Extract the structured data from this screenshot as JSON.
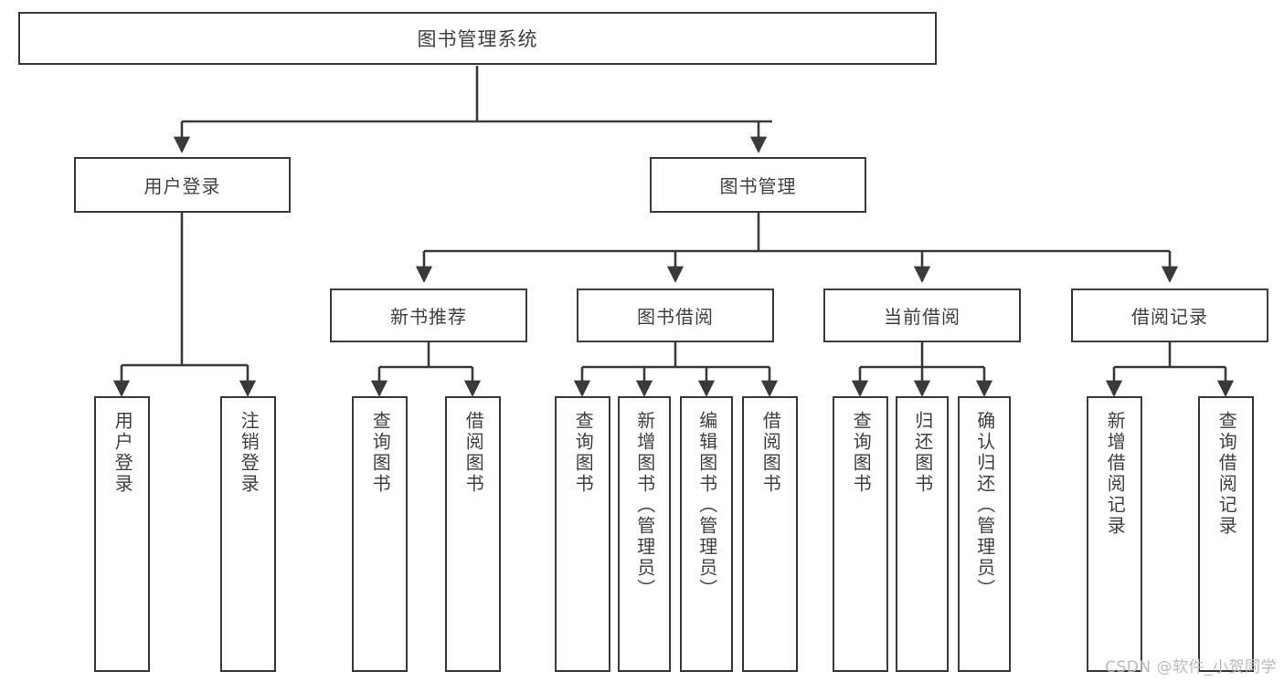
{
  "diagram": {
    "title": "图书管理系统",
    "type": "tree-hierarchy",
    "root": {
      "id": "root",
      "label": "图书管理系统"
    },
    "level2": [
      {
        "id": "user-login",
        "label": "用户登录"
      },
      {
        "id": "book-management",
        "label": "图书管理"
      }
    ],
    "level3": [
      {
        "id": "new-book-recommend",
        "label": "新书推荐",
        "parent": "book-management"
      },
      {
        "id": "book-borrow",
        "label": "图书借阅",
        "parent": "book-management"
      },
      {
        "id": "current-borrow",
        "label": "当前借阅",
        "parent": "book-management"
      },
      {
        "id": "borrow-record",
        "label": "借阅记录",
        "parent": "book-management"
      }
    ],
    "leaves": [
      {
        "id": "leaf-user-login",
        "label": "用户登录",
        "parent": "user-login"
      },
      {
        "id": "leaf-logout-login",
        "label": "注销登录",
        "parent": "user-login"
      },
      {
        "id": "leaf-query-book-1",
        "label": "查询图书",
        "parent": "new-book-recommend"
      },
      {
        "id": "leaf-borrow-book-1",
        "label": "借阅图书",
        "parent": "new-book-recommend"
      },
      {
        "id": "leaf-query-book-2",
        "label": "查询图书",
        "parent": "book-borrow"
      },
      {
        "id": "leaf-add-book",
        "label": "新增图书（管理员）",
        "parent": "book-borrow"
      },
      {
        "id": "leaf-edit-book",
        "label": "编辑图书（管理员）",
        "parent": "book-borrow"
      },
      {
        "id": "leaf-borrow-book-2",
        "label": "借阅图书",
        "parent": "book-borrow"
      },
      {
        "id": "leaf-query-book-3",
        "label": "查询图书",
        "parent": "current-borrow"
      },
      {
        "id": "leaf-return-book",
        "label": "归还图书",
        "parent": "current-borrow"
      },
      {
        "id": "leaf-confirm-return",
        "label": "确认归还（管理员）",
        "parent": "current-borrow"
      },
      {
        "id": "leaf-add-borrow-record",
        "label": "新增借阅记录",
        "parent": "borrow-record"
      },
      {
        "id": "leaf-query-borrow-record",
        "label": "查询借阅记录",
        "parent": "borrow-record"
      }
    ]
  },
  "watermark": {
    "text": "CSDN @软件_小贺同学"
  },
  "colors": {
    "box_border": "#3a3a3a",
    "box_fill": "#ffffff",
    "text": "#3f3f3f",
    "connector": "#3a3a3a",
    "watermark": "#b9b9b9",
    "background": "#ffffff"
  }
}
